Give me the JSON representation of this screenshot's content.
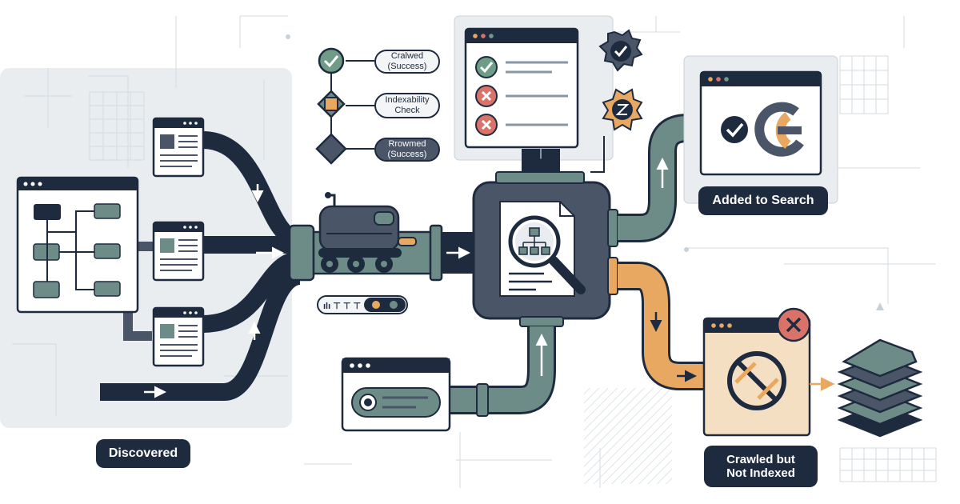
{
  "labels": {
    "discovered": "Discovered",
    "added": "Added to Search",
    "not_indexed": "Crawled but\nNot Indexed"
  },
  "legend": [
    {
      "text": "Cralwed\n(Success)",
      "icon": "check-icon"
    },
    {
      "text": "Indexability\nCheck",
      "icon": "diamond-icon"
    },
    {
      "text": "Rrowmed\n(Success)",
      "icon": "diamond-icon"
    }
  ],
  "status_glyphs": "ılı ⊤ ⊤ ⊤",
  "colors": {
    "navy": "#1e2b3e",
    "slate": "#4a5568",
    "teal": "#6e8c87",
    "orange": "#e8a862",
    "light_bg": "#e9edf0",
    "check_green": "#6e9c86",
    "error_red": "#d9736a"
  }
}
